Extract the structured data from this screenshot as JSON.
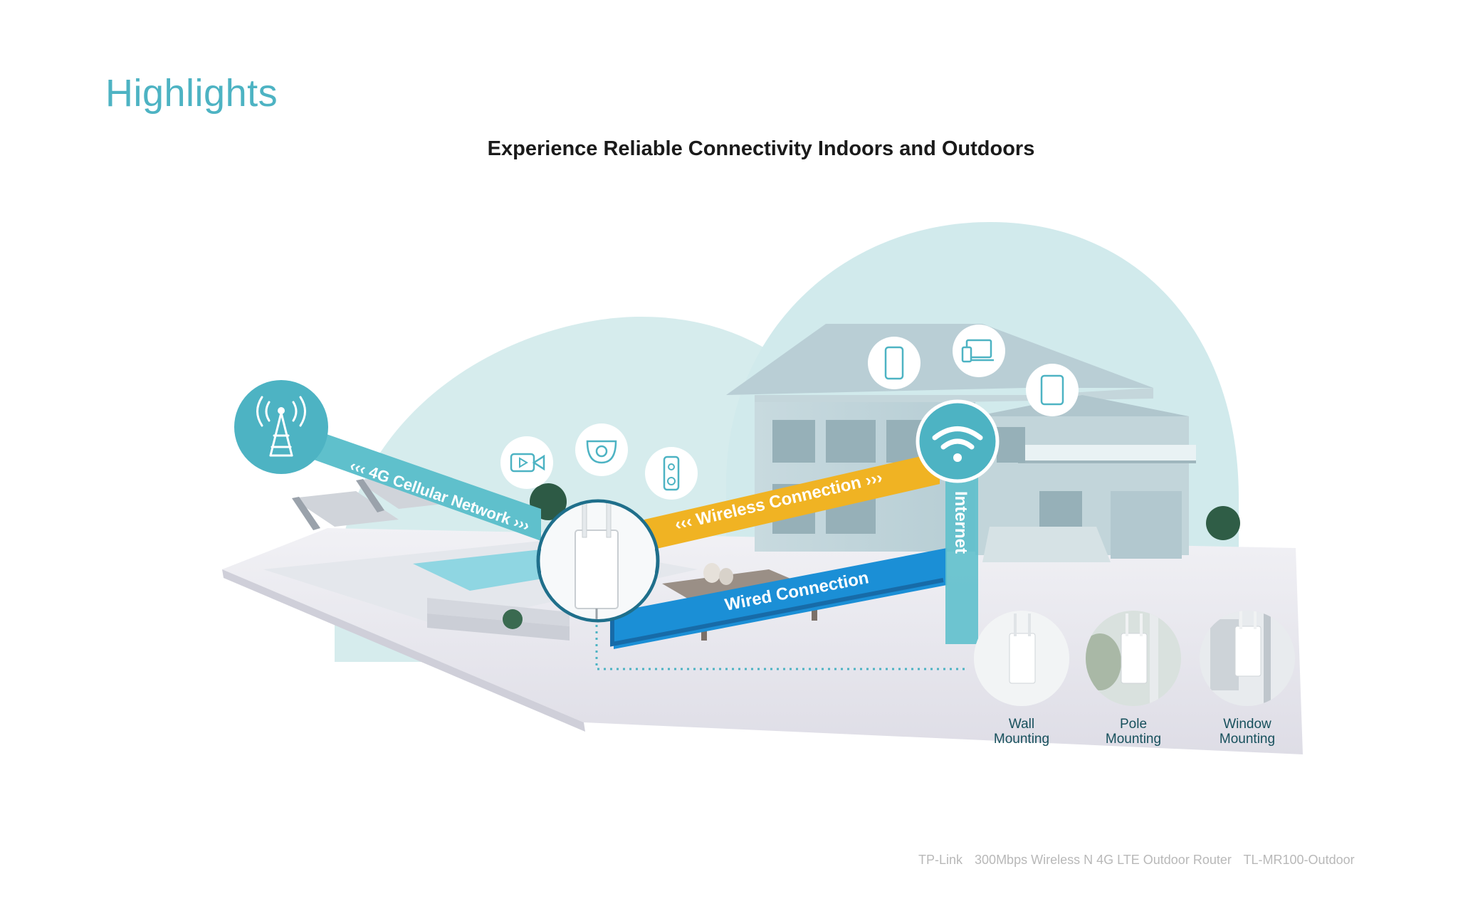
{
  "header": {
    "section_title": "Highlights",
    "headline": "Experience Reliable Connectivity Indoors and Outdoors"
  },
  "diagram": {
    "connections": {
      "cellular": "4G Cellular Network",
      "wireless": "Wireless Connection",
      "wired": "Wired Connection",
      "internet": "Internet"
    },
    "icons": [
      "cell-tower-icon",
      "wifi-icon",
      "video-icon",
      "security-camera-icon",
      "doorbell-icon",
      "smartphone-icon",
      "laptop-phone-icon",
      "tablet-icon"
    ],
    "mounting_options": [
      {
        "line1": "Wall",
        "line2": "Mounting"
      },
      {
        "line1": "Pole",
        "line2": "Mounting"
      },
      {
        "line1": "Window",
        "line2": "Mounting"
      }
    ],
    "colors": {
      "accent": "#4db3c3",
      "cellular_band": "#5fc0cc",
      "wireless_band": "#f0b323",
      "wired_band": "#1b8fd6",
      "bubble": "#d5ecee"
    }
  },
  "footer": {
    "brand": "TP-Link",
    "product": "300Mbps Wireless N 4G LTE Outdoor Router",
    "model": "TL-MR100-Outdoor"
  }
}
